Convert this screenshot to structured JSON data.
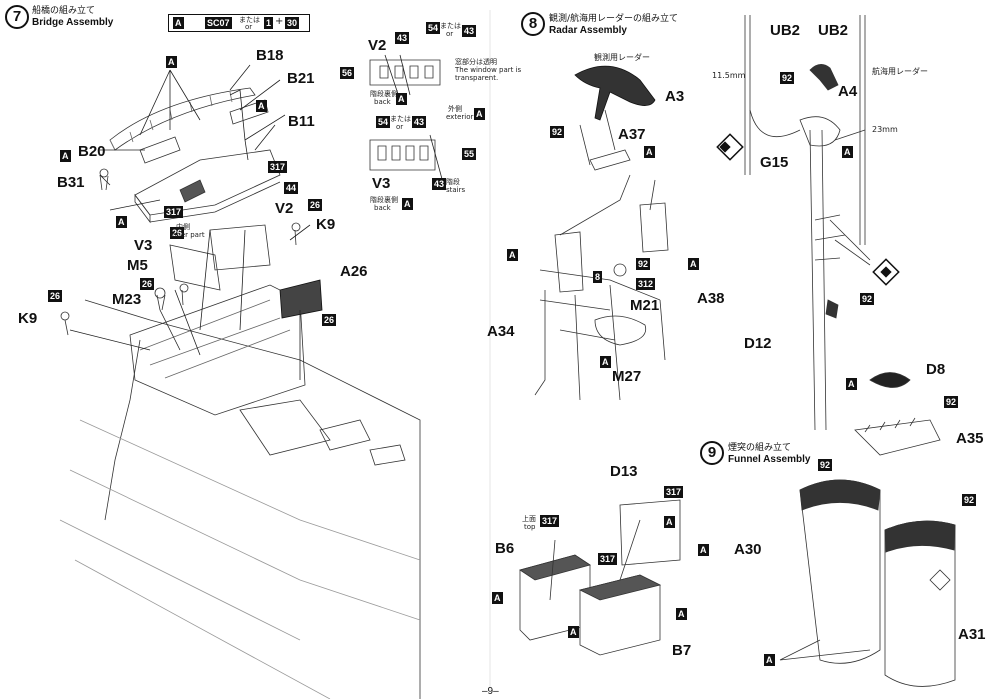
{
  "steps": {
    "bridge": {
      "number": "7",
      "title_ja": "船橋の組み立て",
      "title_en": "Bridge Assembly"
    },
    "radar": {
      "number": "8",
      "title_ja": "観測/航海用レーダーの組み立て",
      "title_en": "Radar Assembly"
    },
    "funnel": {
      "number": "9",
      "title_ja": "煙突の組み立て",
      "title_en": "Funnel Assembly"
    }
  },
  "paint_note": {
    "a": "A",
    "code": "SC07",
    "or": "または",
    "or_en": "or",
    "one": "1",
    "plus": "+",
    "thirty": "30"
  },
  "labels": {
    "B18": "B18",
    "B21": "B21",
    "B11": "B11",
    "B20": "B20",
    "B31": "B31",
    "V2": "V2",
    "V3": "V3",
    "K9": "K9",
    "M5": "M5",
    "M23": "M23",
    "K9b": "K9",
    "A26": "A26",
    "V2i": "V2",
    "V3i": "V3",
    "A3": "A3",
    "A37": "A37",
    "A34": "A34",
    "A38": "A38",
    "M21": "M21",
    "M27": "M27",
    "D13": "D13",
    "B6": "B6",
    "B7": "B7",
    "UB2a": "UB2",
    "UB2b": "UB2",
    "A4": "A4",
    "G15": "G15",
    "D12": "D12",
    "D8": "D8",
    "A35": "A35",
    "A30": "A30",
    "A31": "A31"
  },
  "color_tags": {
    "c317": "317",
    "c44": "44",
    "c26": "26",
    "c43": "43",
    "c54": "54",
    "c55": "55",
    "c56": "56",
    "c92": "92",
    "c8": "8",
    "c312": "312",
    "cA": "A"
  },
  "notes": {
    "naiso": "内側",
    "inner_part": "inner part",
    "window_ja": "窓部分は透明",
    "window_en1": "The window part is",
    "window_en2": "transparent.",
    "back_ja": "階段裏側",
    "back_en": "back",
    "exterior_ja": "外側",
    "exterior_en": "exterior",
    "stairs_ja": "階段",
    "stairs_en": "stairs",
    "matawa": "または",
    "or": "or",
    "top_ja": "上面",
    "top_en": "top",
    "obs_radar": "観測用レーダー",
    "nav_radar": "航海用レーダー",
    "dim1": "11.5mm",
    "dim2": "23mm"
  },
  "footer": {
    "page": "–9–"
  }
}
